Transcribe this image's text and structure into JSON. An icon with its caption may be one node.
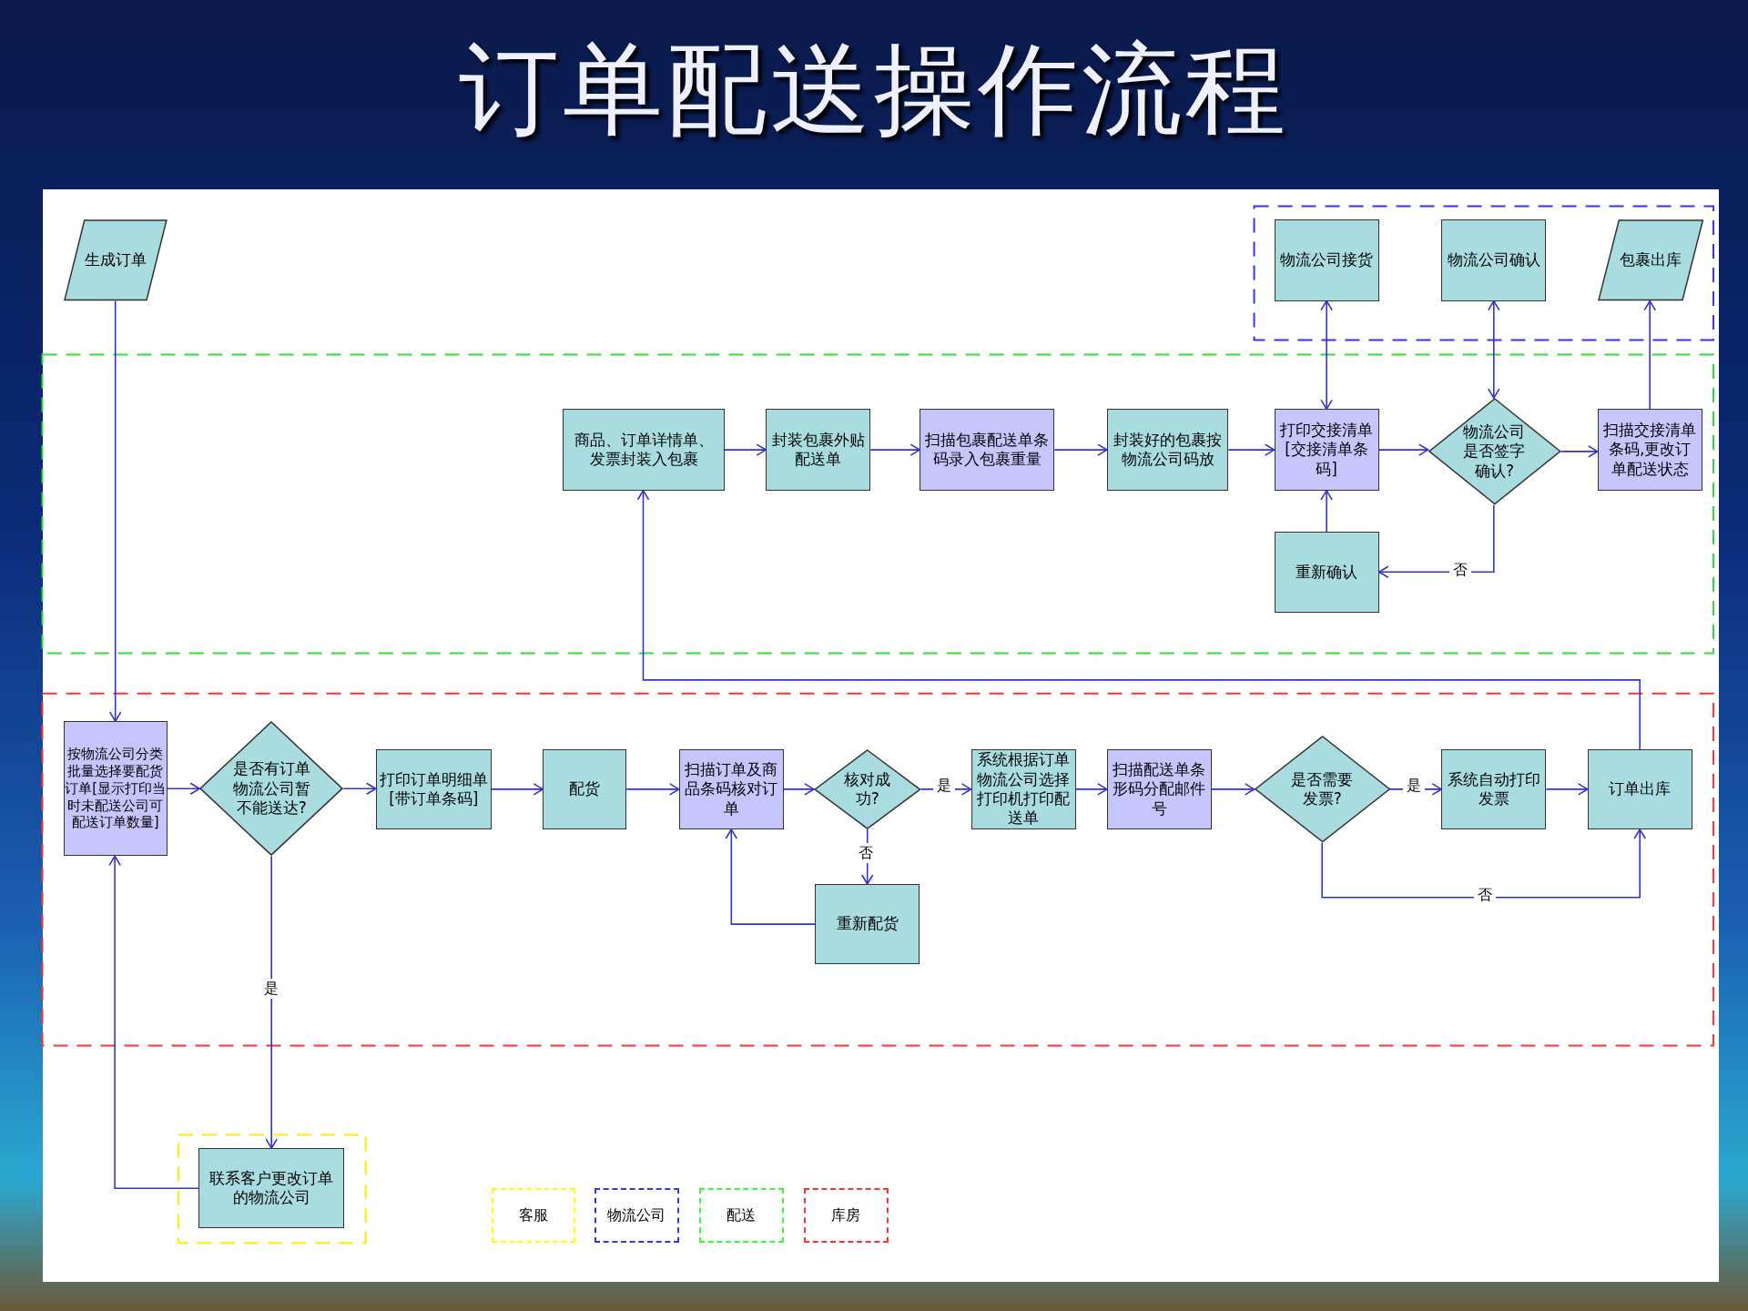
{
  "diagram": {
    "title": "订单配送操作流程",
    "nodes": [
      {
        "text": [
          "生成订单"
        ]
      },
      {
        "text": [
          "物流公司接货"
        ]
      },
      {
        "text": [
          "物流公司确认"
        ]
      },
      {
        "text": [
          "包裹出库"
        ]
      },
      {
        "text": [
          "商品、订单详情单、发票封装入包裹"
        ]
      },
      {
        "text": [
          "封装包裹外贴配送单"
        ]
      },
      {
        "text": [
          "扫描包裹配送单条码录入包裹重量"
        ]
      },
      {
        "text": [
          "封装好的包裹按物流公司码放"
        ]
      },
      {
        "text": [
          "打印交接清单[交接清单条码]"
        ]
      },
      {
        "text": [
          "物流公司是否签字确认?"
        ]
      },
      {
        "text": [
          "扫描交接清单条码,更改订单配送状态"
        ]
      },
      {
        "text": [
          "重新确认"
        ]
      },
      {
        "text": [
          "按物流公司分类批量选择要配货订单[显示打印当时未配送公司可配送订单数量]"
        ]
      },
      {
        "text": [
          "是否有订单物流公司暂不能送达?"
        ]
      },
      {
        "text": [
          "打印订单明细单[带订单条码]"
        ]
      },
      {
        "text": [
          "配货"
        ]
      },
      {
        "text": [
          "扫描订单及商品条码核对订单"
        ]
      },
      {
        "text": [
          "核对成功?"
        ]
      },
      {
        "text": [
          "系统根据订单物流公司选择打印机打印配送单"
        ]
      },
      {
        "text": [
          "扫描配送单条形码分配邮件号"
        ]
      },
      {
        "text": [
          "是否需要发票?"
        ]
      },
      {
        "text": [
          "系统自动打印发票"
        ]
      },
      {
        "text": [
          "订单出库"
        ]
      },
      {
        "text": [
          "重新配货"
        ]
      },
      {
        "text": [
          "联系客户更改订单的物流公司"
        ]
      }
    ],
    "edges": [
      {
        "from": 0,
        "to": 12,
        "arrow": "to"
      },
      {
        "from": 1,
        "to": 8,
        "arrow": "both"
      },
      {
        "from": 2,
        "to": 9,
        "arrow": "both"
      },
      {
        "from": 10,
        "to": 3,
        "arrow": "to"
      },
      {
        "from": 4,
        "to": 5,
        "arrow": "to"
      },
      {
        "from": 5,
        "to": 6,
        "arrow": "to"
      },
      {
        "from": 6,
        "to": 7,
        "arrow": "to"
      },
      {
        "from": 7,
        "to": 8,
        "arrow": "to"
      },
      {
        "from": 8,
        "to": 9,
        "arrow": "to"
      },
      {
        "from": 9,
        "to": 10,
        "arrow": "to"
      },
      {
        "from": 9,
        "to": 11,
        "arrow": "to",
        "label": "否"
      },
      {
        "from": 11,
        "to": 8,
        "arrow": "to"
      },
      {
        "from": 22,
        "to": 4,
        "arrow": "to"
      },
      {
        "from": 12,
        "to": 13,
        "arrow": "to"
      },
      {
        "from": 13,
        "to": 14,
        "arrow": "to"
      },
      {
        "from": 14,
        "to": 15,
        "arrow": "to"
      },
      {
        "from": 15,
        "to": 16,
        "arrow": "to"
      },
      {
        "from": 16,
        "to": 17,
        "arrow": "to"
      },
      {
        "from": 17,
        "to": 18,
        "arrow": "to",
        "label": "是"
      },
      {
        "from": 17,
        "to": 23,
        "arrow": "to",
        "label": "否"
      },
      {
        "from": 23,
        "to": 16,
        "arrow": "to"
      },
      {
        "from": 18,
        "to": 19,
        "arrow": "to"
      },
      {
        "from": 19,
        "to": 20,
        "arrow": "to"
      },
      {
        "from": 20,
        "to": 21,
        "arrow": "to",
        "label": "是"
      },
      {
        "from": 21,
        "to": 22,
        "arrow": "to"
      },
      {
        "from": 20,
        "to": 22,
        "arrow": "to",
        "label": "否"
      },
      {
        "from": 13,
        "to": 24,
        "arrow": "to",
        "label": "是"
      },
      {
        "from": 24,
        "to": 12,
        "arrow": "to"
      }
    ],
    "legend": [
      {
        "text": "客服",
        "color": "#ffff00"
      },
      {
        "text": "物流公司",
        "color": "#3333ff"
      },
      {
        "text": "配送",
        "color": "#33ff33"
      },
      {
        "text": "库房",
        "color": "#ff3333"
      }
    ]
  }
}
